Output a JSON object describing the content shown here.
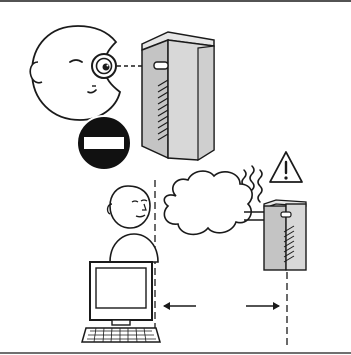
{
  "illustration": {
    "colors": {
      "ink": "#1a1a1a",
      "server_body": "#d8d8d8",
      "server_side": "#c4c4c4",
      "server_top": "#e6e6e6",
      "no_entry_sign": "#111111",
      "paper": "#ffffff"
    },
    "icons": [
      "peeking-face",
      "magnifying-eyepiece",
      "line-of-sight",
      "tall-server-tower",
      "no-entry-sign",
      "user-bust",
      "desktop-computer",
      "keyboard",
      "thought-cloud",
      "small-server-cabinet",
      "heat-waves",
      "warning-triangle",
      "boundary-lines",
      "distance-arrows"
    ]
  }
}
